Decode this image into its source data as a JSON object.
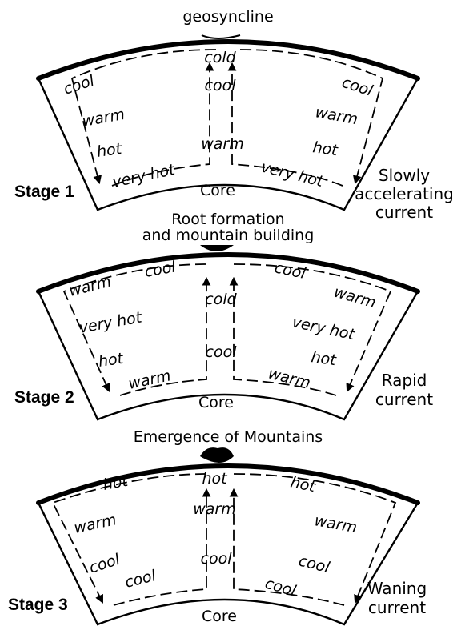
{
  "stages": [
    {
      "stage_label": "Stage 1",
      "top_label_line1": "geosyncline",
      "top_label_line2": "",
      "current_line1": "Slowly",
      "current_line2": "accelerating",
      "current_line3": "current",
      "core": "Core",
      "center_labels": [
        "cold",
        "cool",
        "warm"
      ],
      "left_labels": [
        "cool",
        "warm",
        "hot",
        "very hot"
      ],
      "right_labels": [
        "cool",
        "warm",
        "hot",
        "very hot"
      ]
    },
    {
      "stage_label": "Stage 2",
      "top_label_line1": "Root formation",
      "top_label_line2": "and mountain building",
      "current_line1": "Rapid",
      "current_line2": "current",
      "current_line3": "",
      "core": "Core",
      "center_labels": [
        "cold",
        "cool"
      ],
      "left_labels": [
        "cool",
        "warm",
        "very hot",
        "hot",
        "warm"
      ],
      "right_labels": [
        "cool",
        "warm",
        "very hot",
        "hot",
        "warm"
      ]
    },
    {
      "stage_label": "Stage 3",
      "top_label_line1": "Emergence of Mountains",
      "top_label_line2": "",
      "current_line1": "Waning",
      "current_line2": "current",
      "current_line3": "",
      "core": "Core",
      "center_labels": [
        "hot",
        "warm",
        "cool"
      ],
      "left_labels": [
        "hot",
        "warm",
        "cool",
        "cool"
      ],
      "right_labels": [
        "hot",
        "warm",
        "cool",
        "cool"
      ]
    }
  ]
}
